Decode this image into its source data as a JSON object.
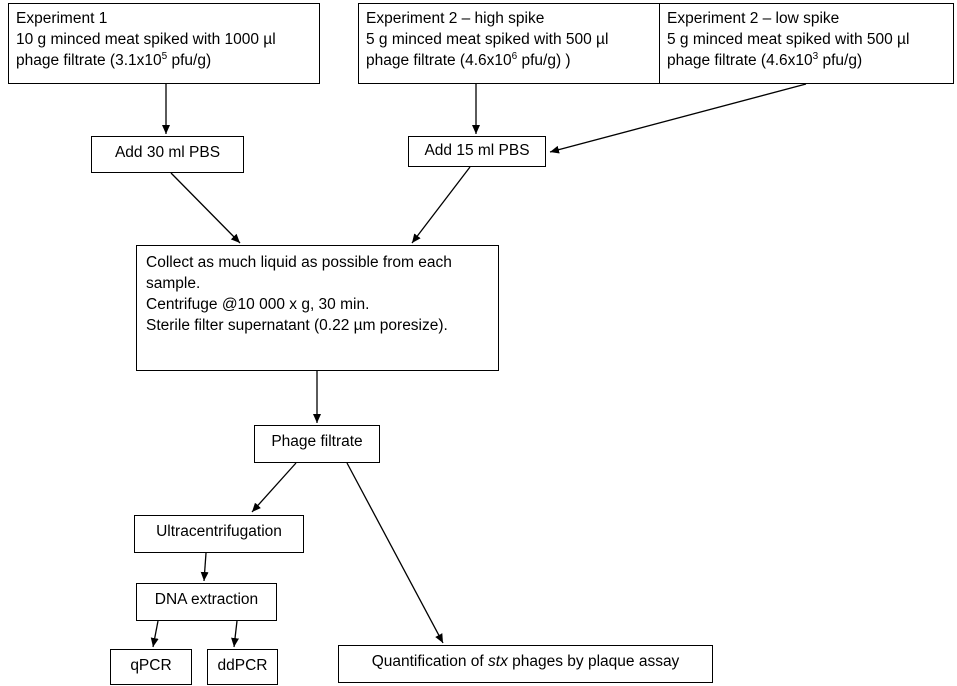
{
  "exp1": {
    "title": "Experiment 1",
    "line1": "10 g minced meat spiked with 1000 µl",
    "line2_pre": "phage filtrate (3.1x10",
    "line2_sup": "5",
    "line2_post": " pfu/g)"
  },
  "exp2_high": {
    "title": "Experiment 2 – high spike",
    "line1": "5 g minced meat spiked with 500 µl",
    "line2_pre": "phage filtrate (4.6x10",
    "line2_sup": "6",
    "line2_post": " pfu/g) )"
  },
  "exp2_low": {
    "title": "Experiment 2 – low spike",
    "line1": "5 g minced meat spiked with 500 µl",
    "line2_pre": "phage filtrate (4.6x10",
    "line2_sup": "3",
    "line2_post": " pfu/g)"
  },
  "add30": "Add 30 ml PBS",
  "add15": "Add 15 ml PBS",
  "collect": {
    "line1": "Collect as much liquid as possible from each",
    "line2": "sample.",
    "line3": "Centrifuge @10 000 x g, 30 min.",
    "line4": "Sterile filter supernatant (0.22 µm poresize)."
  },
  "phage_filtrate": "Phage filtrate",
  "ultracentrifugation": "Ultracentrifugation",
  "dna_extraction": "DNA extraction",
  "qpcr": "qPCR",
  "ddpcr": "ddPCR",
  "quant": {
    "pre": "Quantification of ",
    "italic": "stx",
    "post": " phages by plaque assay"
  }
}
